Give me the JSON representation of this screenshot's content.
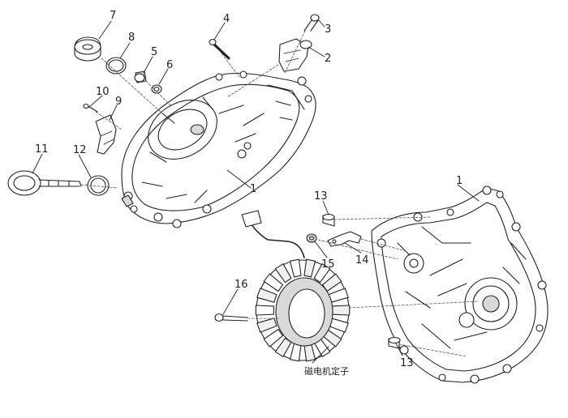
{
  "figure": {
    "part_labels": [
      "1",
      "1",
      "2",
      "3",
      "4",
      "5",
      "6",
      "7",
      "8",
      "9",
      "10",
      "11",
      "12",
      "13",
      "13",
      "14",
      "15",
      "16"
    ],
    "caption": "磁电机定子",
    "colors": {
      "line": "#222222",
      "fill": "#ffffff",
      "shade": "#d9d9d9",
      "dark": "#555555"
    }
  }
}
